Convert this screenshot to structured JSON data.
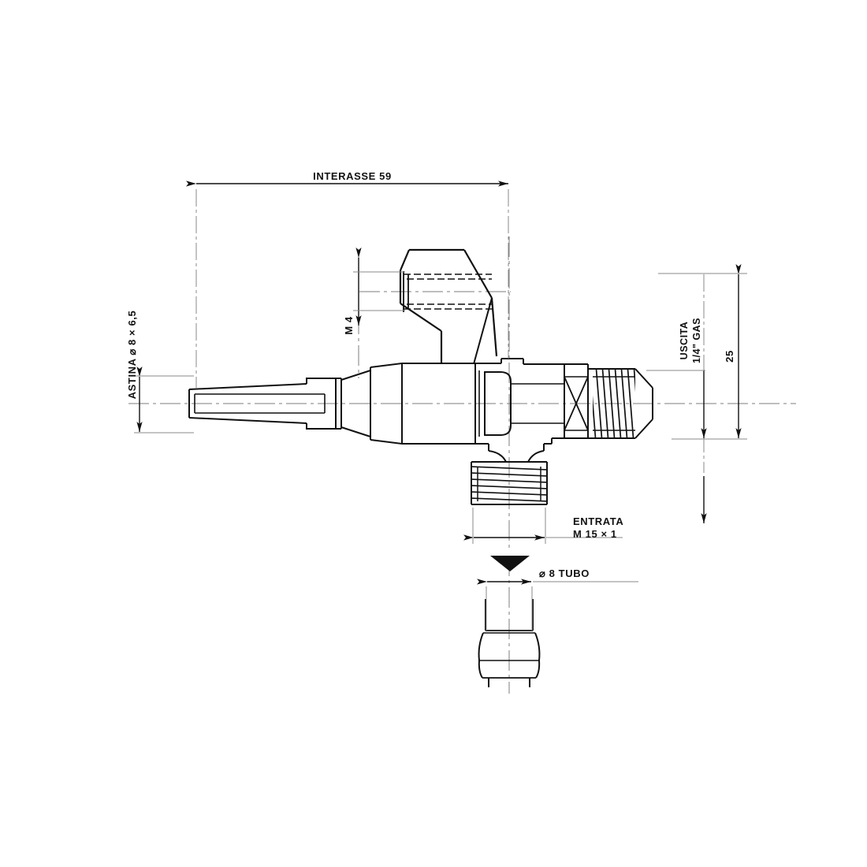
{
  "drawing": {
    "title": "Valve technical drawing",
    "background_color": "#ffffff",
    "line_color": "#111111",
    "annotations": {
      "interasse": "INTERASSE 59",
      "astina": "ASTINA ⌀ 8 × 6,5",
      "m4": "M 4",
      "uscita_line1": "USCITA",
      "uscita_line2": "1/4\" GAS",
      "height_25": "25",
      "entrata_line1": "ENTRATA",
      "entrata_line2": "M 15 × 1",
      "tubo": "⌀ 8 TUBO"
    }
  }
}
